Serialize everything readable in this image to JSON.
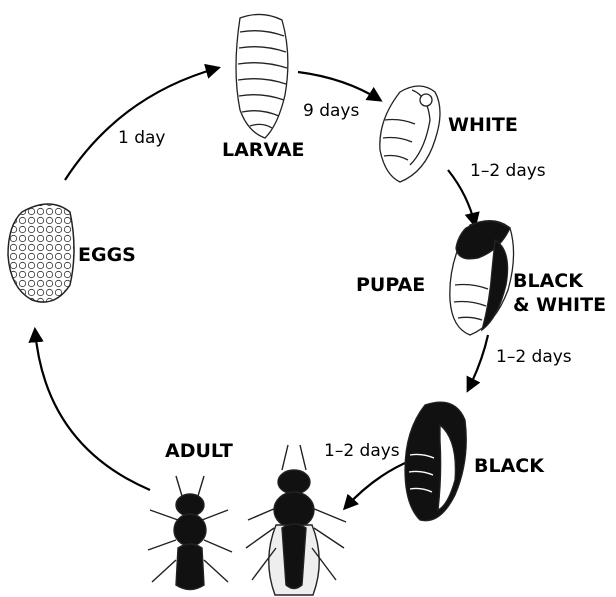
{
  "stages": {
    "eggs": "EGGS",
    "larvae": "LARVAE",
    "pupae": "PUPAE",
    "white": "WHITE",
    "black_white_line1": "BLACK",
    "black_white_line2": "& WHITE",
    "black": "BLACK",
    "adult": "ADULT"
  },
  "durations": {
    "eggs_to_larvae": "1 day",
    "larvae_to_white": "9 days",
    "white_to_black_white": "1–2 days",
    "black_white_to_black": "1–2 days",
    "black_to_adult": "1–2 days"
  }
}
